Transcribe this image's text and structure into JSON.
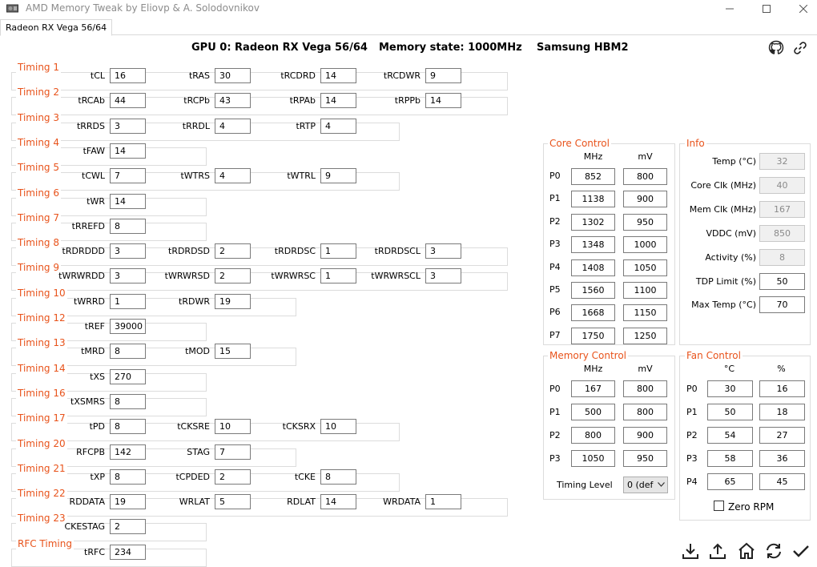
{
  "window": {
    "title": "AMD Memory Tweak by Eliovp & A. Solodovnikov",
    "tab": "Radeon RX Vega 56/64"
  },
  "header": {
    "gpu": "GPU 0: Radeon RX Vega 56/64",
    "memory_state": "Memory state: 1000MHz",
    "memory_type": "Samsung HBM2"
  },
  "timings": [
    {
      "title": "Timing 1",
      "fields": [
        {
          "label": "tCL",
          "value": "16"
        },
        {
          "label": "tRAS",
          "value": "30"
        },
        {
          "label": "tRCDRD",
          "value": "14"
        },
        {
          "label": "tRCDWR",
          "value": "9"
        }
      ]
    },
    {
      "title": "Timing 2",
      "fields": [
        {
          "label": "tRCAb",
          "value": "44"
        },
        {
          "label": "tRCPb",
          "value": "43"
        },
        {
          "label": "tRPAb",
          "value": "14"
        },
        {
          "label": "tRPPb",
          "value": "14"
        }
      ]
    },
    {
      "title": "Timing 3",
      "fields": [
        {
          "label": "tRRDS",
          "value": "3"
        },
        {
          "label": "tRRDL",
          "value": "4"
        },
        {
          "label": "tRTP",
          "value": "4"
        }
      ]
    },
    {
      "title": "Timing 4",
      "fields": [
        {
          "label": "tFAW",
          "value": "14"
        }
      ]
    },
    {
      "title": "Timing 5",
      "fields": [
        {
          "label": "tCWL",
          "value": "7"
        },
        {
          "label": "tWTRS",
          "value": "4"
        },
        {
          "label": "tWTRL",
          "value": "9"
        }
      ]
    },
    {
      "title": "Timing 6",
      "fields": [
        {
          "label": "tWR",
          "value": "14"
        }
      ]
    },
    {
      "title": "Timing 7",
      "fields": [
        {
          "label": "tRREFD",
          "value": "8"
        }
      ]
    },
    {
      "title": "Timing 8",
      "fields": [
        {
          "label": "tRDRDDD",
          "value": "3"
        },
        {
          "label": "tRDRDSD",
          "value": "2"
        },
        {
          "label": "tRDRDSC",
          "value": "1"
        },
        {
          "label": "tRDRDSCL",
          "value": "3"
        }
      ]
    },
    {
      "title": "Timing 9",
      "fields": [
        {
          "label": "tWRWRDD",
          "value": "3"
        },
        {
          "label": "tWRWRSD",
          "value": "2"
        },
        {
          "label": "tWRWRSC",
          "value": "1"
        },
        {
          "label": "tWRWRSCL",
          "value": "3"
        }
      ]
    },
    {
      "title": "Timing 10",
      "fields": [
        {
          "label": "tWRRD",
          "value": "1"
        },
        {
          "label": "tRDWR",
          "value": "19"
        }
      ]
    },
    {
      "title": "Timing 12",
      "fields": [
        {
          "label": "tREF",
          "value": "39000"
        }
      ]
    },
    {
      "title": "Timing 13",
      "fields": [
        {
          "label": "tMRD",
          "value": "8"
        },
        {
          "label": "tMOD",
          "value": "15"
        }
      ]
    },
    {
      "title": "Timing 14",
      "fields": [
        {
          "label": "tXS",
          "value": "270"
        }
      ]
    },
    {
      "title": "Timing 16",
      "fields": [
        {
          "label": "tXSMRS",
          "value": "8"
        }
      ]
    },
    {
      "title": "Timing 17",
      "fields": [
        {
          "label": "tPD",
          "value": "8"
        },
        {
          "label": "tCKSRE",
          "value": "10"
        },
        {
          "label": "tCKSRX",
          "value": "10"
        }
      ]
    },
    {
      "title": "Timing 20",
      "fields": [
        {
          "label": "RFCPB",
          "value": "142"
        },
        {
          "label": "STAG",
          "value": "7"
        }
      ]
    },
    {
      "title": "Timing 21",
      "fields": [
        {
          "label": "tXP",
          "value": "8"
        },
        {
          "label": "tCPDED",
          "value": "2"
        },
        {
          "label": "tCKE",
          "value": "8"
        }
      ]
    },
    {
      "title": "Timing 22",
      "fields": [
        {
          "label": "RDDATA",
          "value": "19"
        },
        {
          "label": "WRLAT",
          "value": "5"
        },
        {
          "label": "RDLAT",
          "value": "14"
        },
        {
          "label": "WRDATA",
          "value": "1"
        }
      ]
    },
    {
      "title": "Timing 23",
      "fields": [
        {
          "label": "CKESTAG",
          "value": "2"
        }
      ]
    },
    {
      "title": "RFC Timing",
      "fields": [
        {
          "label": "tRFC",
          "value": "234"
        }
      ]
    }
  ],
  "core_control": {
    "title": "Core Control",
    "col_mhz": "MHz",
    "col_mv": "mV",
    "rows": [
      {
        "label": "P0",
        "mhz": "852",
        "mv": "800"
      },
      {
        "label": "P1",
        "mhz": "1138",
        "mv": "900"
      },
      {
        "label": "P2",
        "mhz": "1302",
        "mv": "950"
      },
      {
        "label": "P3",
        "mhz": "1348",
        "mv": "1000"
      },
      {
        "label": "P4",
        "mhz": "1408",
        "mv": "1050"
      },
      {
        "label": "P5",
        "mhz": "1560",
        "mv": "1100"
      },
      {
        "label": "P6",
        "mhz": "1668",
        "mv": "1150"
      },
      {
        "label": "P7",
        "mhz": "1750",
        "mv": "1250"
      }
    ]
  },
  "info": {
    "title": "Info",
    "rows": [
      {
        "label": "Temp (°C)",
        "value": "32",
        "disabled": true
      },
      {
        "label": "Core Clk (MHz)",
        "value": "40",
        "disabled": true
      },
      {
        "label": "Mem Clk (MHz)",
        "value": "167",
        "disabled": true
      },
      {
        "label": "VDDC (mV)",
        "value": "850",
        "disabled": true
      },
      {
        "label": "Activity (%)",
        "value": "8",
        "disabled": true
      },
      {
        "label": "TDP Limit (%)",
        "value": "50",
        "disabled": false
      },
      {
        "label": "Max Temp (°C)",
        "value": "70",
        "disabled": false
      }
    ]
  },
  "memory_control": {
    "title": "Memory Control",
    "col_mhz": "MHz",
    "col_mv": "mV",
    "rows": [
      {
        "label": "P0",
        "mhz": "167",
        "mv": "800"
      },
      {
        "label": "P1",
        "mhz": "500",
        "mv": "800"
      },
      {
        "label": "P2",
        "mhz": "800",
        "mv": "900"
      },
      {
        "label": "P3",
        "mhz": "1050",
        "mv": "950"
      }
    ],
    "timing_level_label": "Timing Level",
    "timing_level_value": "0 (def"
  },
  "fan_control": {
    "title": "Fan Control",
    "col_c": "°C",
    "col_pct": "%",
    "rows": [
      {
        "label": "P0",
        "temp": "30",
        "pct": "16"
      },
      {
        "label": "P1",
        "temp": "50",
        "pct": "18"
      },
      {
        "label": "P2",
        "temp": "54",
        "pct": "27"
      },
      {
        "label": "P3",
        "temp": "58",
        "pct": "36"
      },
      {
        "label": "P4",
        "temp": "65",
        "pct": "45"
      }
    ],
    "zero_rpm_label": "Zero RPM",
    "zero_rpm_checked": false
  },
  "icons": {
    "header": [
      "github-icon",
      "link-icon"
    ],
    "footer": [
      "download-icon",
      "upload-icon",
      "home-icon",
      "refresh-icon",
      "apply-check-icon"
    ]
  }
}
